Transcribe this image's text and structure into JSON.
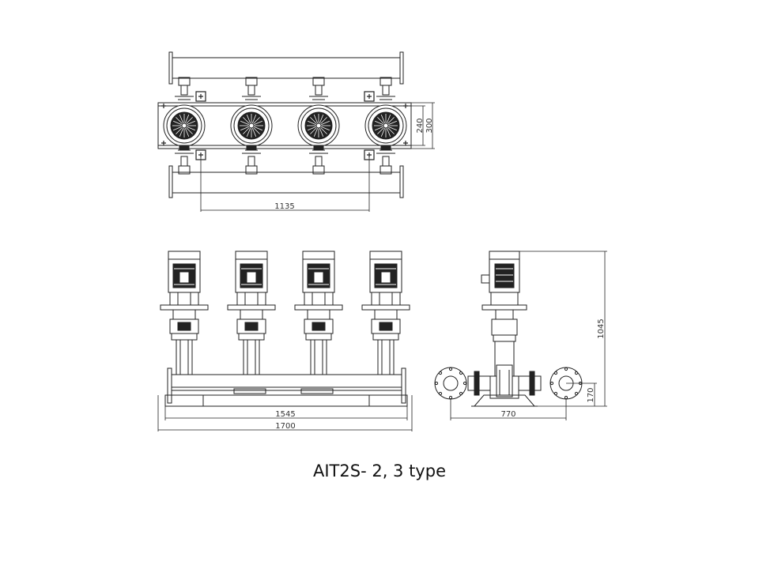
{
  "caption": "AIT2S- 2, 3 type",
  "dimensions": {
    "top_height_inner": "240",
    "top_height_outer": "300",
    "top_spacing": "1135",
    "front_inner_width": "1545",
    "front_total_width": "1700",
    "side_height": "1045",
    "side_flange_width": "770",
    "side_flange_height": "170"
  },
  "pump_count": 4
}
